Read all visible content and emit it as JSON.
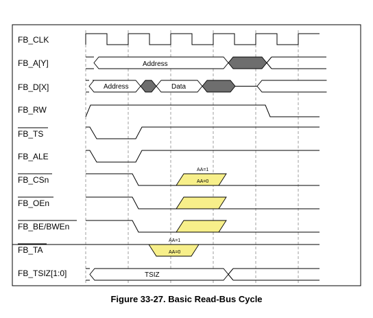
{
  "caption": "Figure 33-27. Basic Read-Bus Cycle",
  "colors": {
    "strobe_fill": "#f7ef8a",
    "invalid_fill": "#6e6e6e"
  },
  "signals": [
    {
      "label": "FB_CLK",
      "overbar": false
    },
    {
      "label": "FB_A[Y]",
      "overbar": false
    },
    {
      "label": "FB_D[X]",
      "overbar": false
    },
    {
      "label": "FB_RW",
      "overbar": false
    },
    {
      "label": "FB_TS",
      "overbar": true
    },
    {
      "label": "FB_ALE",
      "overbar": false
    },
    {
      "label": "FB_CSn",
      "overbar": true
    },
    {
      "label": "FB_OEn",
      "overbar": true
    },
    {
      "label": "FB_BE/BWEn",
      "overbar": true
    },
    {
      "label": "FB_TA",
      "overbar": true
    },
    {
      "label": "FB_TSIZ[1:0]",
      "overbar": false
    }
  ],
  "bus_labels": {
    "address_a": "Address",
    "address_d": "Address",
    "data_d": "Data",
    "tsiz": "TSIZ"
  },
  "annotations": {
    "cs_aa1": "AA=1",
    "cs_aa0": "AA=0",
    "ta_aa1": "AA=1",
    "ta_aa0": "AA=0"
  }
}
